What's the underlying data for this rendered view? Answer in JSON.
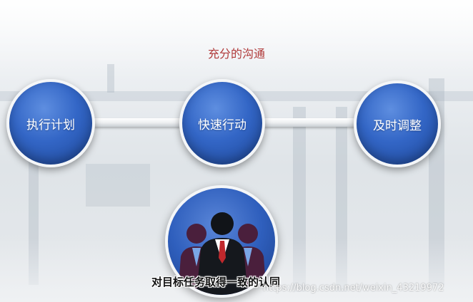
{
  "title": "充分的沟通",
  "steps": [
    {
      "label": "执行计划"
    },
    {
      "label": "快速行动"
    },
    {
      "label": "及时调整"
    }
  ],
  "caption": "对目标任务取得一致的认同",
  "watermark": "https://blog.csdn.net/weixin_43219972",
  "colors": {
    "title": "#b03a3a",
    "node_blue": "#3366c6",
    "connector": "#eef0f2"
  },
  "icons": {
    "team_illustration": "business-team-icon"
  }
}
